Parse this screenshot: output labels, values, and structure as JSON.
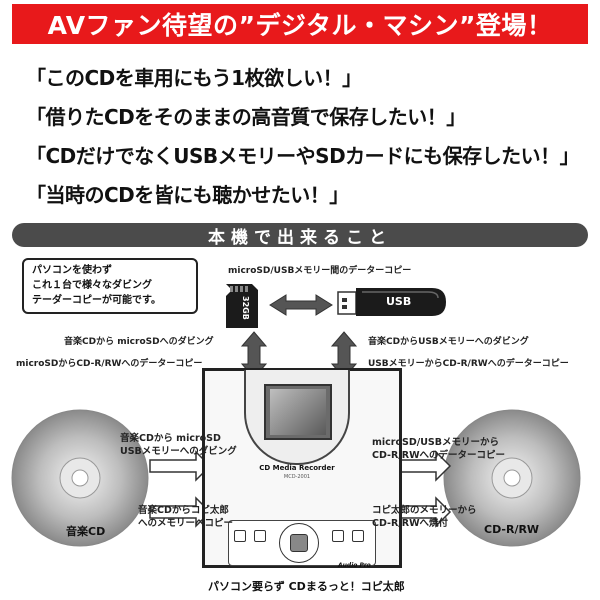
{
  "banner": {
    "title": "AVファン待望の”デジタル・マシン”登場！"
  },
  "quotes": [
    "「このCDを車用にもう1枚欲しい！」",
    "「借りたCDをそのままの高音質で保存したい！」",
    "「CDだけでなくUSBメモリーやSDカードにも保存したい！」",
    "「当時のCDを皆にも聴かせたい！」"
  ],
  "section": {
    "title": "本機で出来ること"
  },
  "note": {
    "lines": [
      "パソコンを使わず",
      "これ１台で様々なダビング",
      "テーダーコピーが可能です。"
    ]
  },
  "diagram": {
    "top_label": "microSD/USBメモリー間のデーターコピー",
    "sd_card_text": "32GB",
    "usb_text": "USB",
    "left_arrow_label_1": "音楽CDから microSDへのダビング",
    "left_arrow_label_2": "microSDからCD-R/RWへのデーターコピー",
    "right_arrow_label_1": "音楽CDからUSBメモリーへのダビング",
    "right_arrow_label_2": "USBメモリーからCD-R/RWへのデーターコピー",
    "left_box_1": [
      "音楽CDから microSD",
      "USBメモリーへのダビング"
    ],
    "left_box_2": [
      "音楽CDからコピ太郎",
      "へのメモリーへコピー"
    ],
    "right_box_1": [
      "microSD/USBメモリーから",
      "CD-R/RWへのデーターコピー"
    ],
    "right_box_2": [
      "コピ太郎のメモリーから",
      "CD-R/RWへ焼付"
    ],
    "left_disc_label": "音楽CD",
    "right_disc_label": "CD-R/RW",
    "device_name": "CD Media Recorder",
    "device_model": "MCD-2001",
    "device_brand": "Audio Pro",
    "caption": "パソコン要らず CDまるっと！コピ太郎"
  },
  "colors": {
    "banner": "#e8191b",
    "section_bar": "#4b4b4b"
  }
}
